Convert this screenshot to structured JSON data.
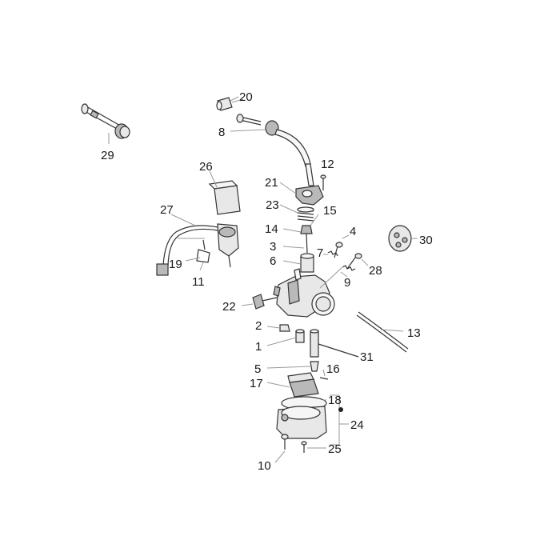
{
  "callouts": {
    "c1": "1",
    "c2": "2",
    "c3": "3",
    "c4": "4",
    "c5": "5",
    "c6": "6",
    "c7": "7",
    "c8": "8",
    "c9": "9",
    "c10": "10",
    "c11": "11",
    "c12": "12",
    "c13": "13",
    "c14": "14",
    "c15": "15",
    "c16": "16",
    "c17": "17",
    "c18": "18",
    "c19": "19",
    "c20": "20",
    "c21": "21",
    "c22": "22",
    "c23": "23",
    "c24": "24",
    "c25": "25",
    "c26": "26",
    "c27": "27",
    "c28": "28",
    "c29": "29",
    "c30": "30",
    "c31": "31"
  },
  "icons": {
    "carburetor-body": "carburetor-body-icon",
    "float-bowl": "float-bowl-icon",
    "choke-unit": "choke-unit-icon",
    "fuel-pipe": "fuel-pipe-icon"
  },
  "colors": {
    "part_stroke": "#333333",
    "part_fill": "#e8e8e8",
    "leader_line": "#9a9a9a",
    "label_text": "#1a1a1a"
  }
}
